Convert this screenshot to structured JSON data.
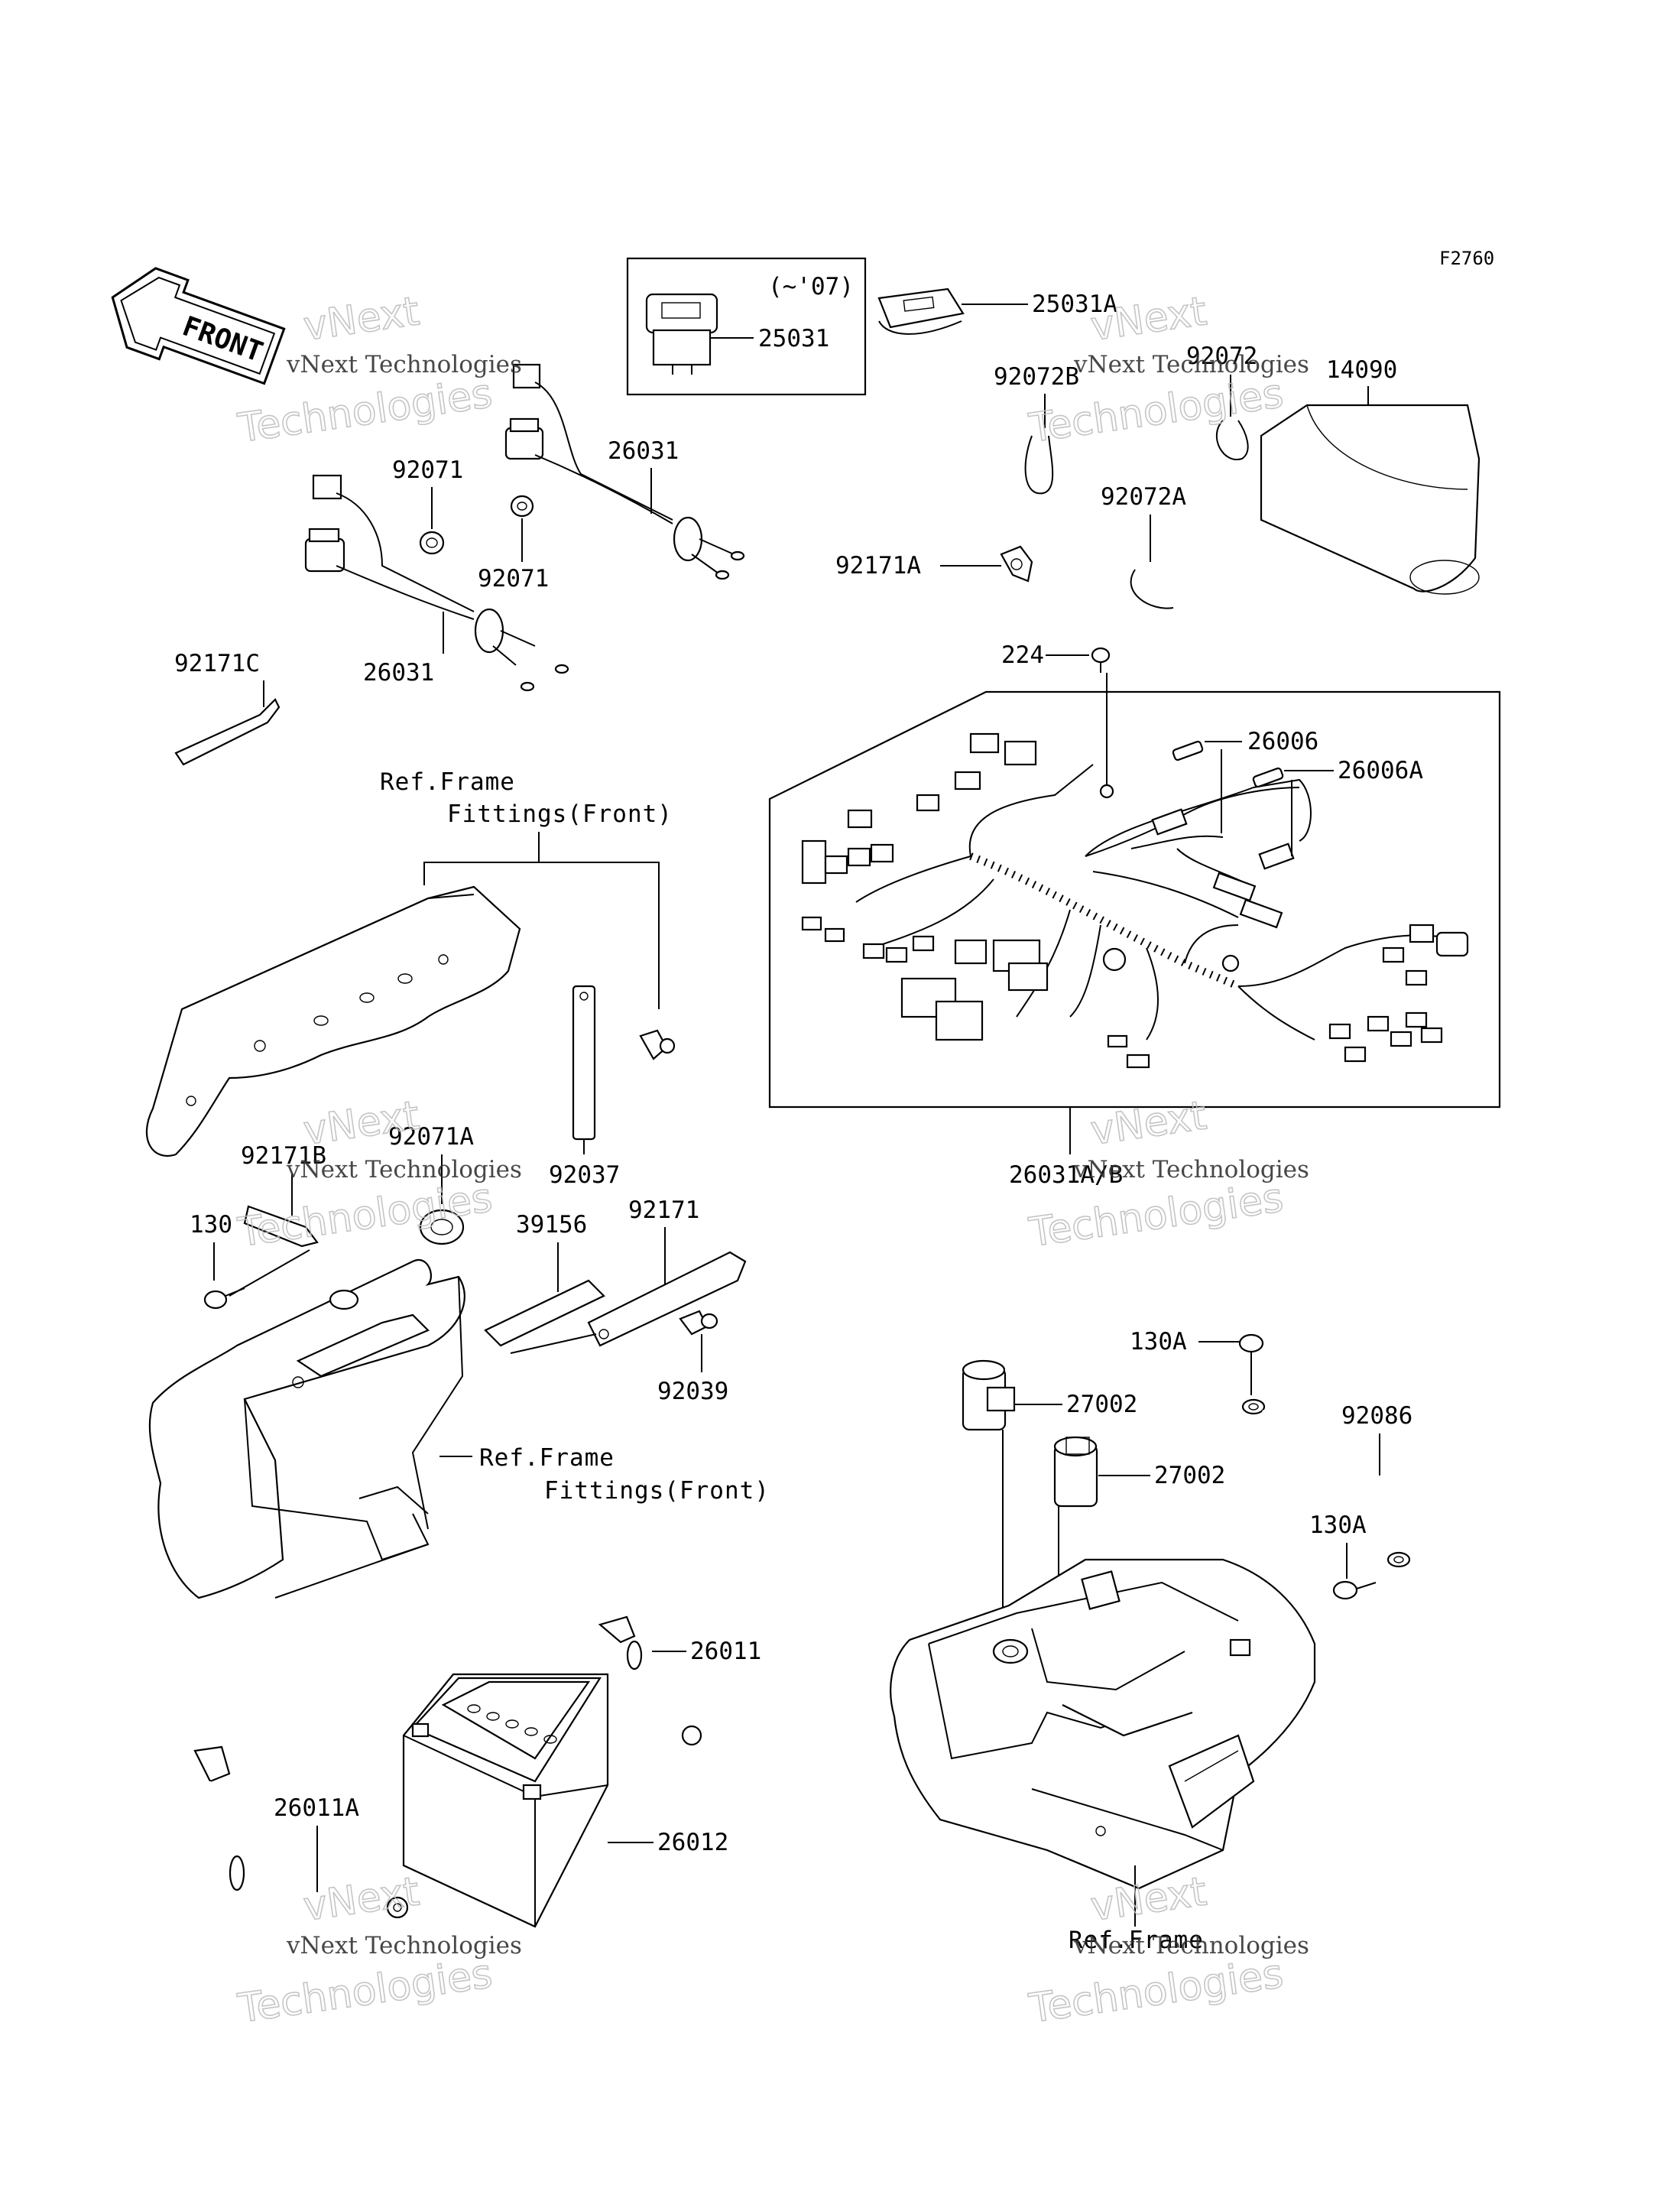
{
  "figure_code": "F2760",
  "front_arrow": {
    "label": "FRONT",
    "icon": "front-arrow-icon"
  },
  "inset_note": "(~'07)",
  "parts": {
    "p25031": "25031",
    "p25031A": "25031A",
    "p92072": "92072",
    "p92072B": "92072B",
    "p14090": "14090",
    "p92072A": "92072A",
    "p92171A": "92171A",
    "p26031_top": "26031",
    "p26031_bottom": "26031",
    "p92071_top": "92071",
    "p92071_bottom": "92071",
    "p92171C": "92171C",
    "p224": "224",
    "p26006": "26006",
    "p26006A": "26006A",
    "p26031AB": "26031A/B",
    "p92037": "92037",
    "p92071A": "92071A",
    "p92171B": "92171B",
    "p130": "130",
    "p39156": "39156",
    "p92171": "92171",
    "p92039": "92039",
    "p130A_top": "130A",
    "p130A_bottom": "130A",
    "p27002_a": "27002",
    "p27002_b": "27002",
    "p92086": "92086",
    "p26011": "26011",
    "p26011A": "26011A",
    "p26012": "26012"
  },
  "refs": {
    "ref1_line1": "Ref.Frame",
    "ref1_line2": "Fittings(Front)",
    "ref2_line1": "Ref.Frame",
    "ref2_line2": "Fittings(Front)",
    "ref3": "Ref.Frame"
  },
  "watermark": {
    "small": "vNext Technologies",
    "big": "Technologies",
    "top": "vNext"
  }
}
